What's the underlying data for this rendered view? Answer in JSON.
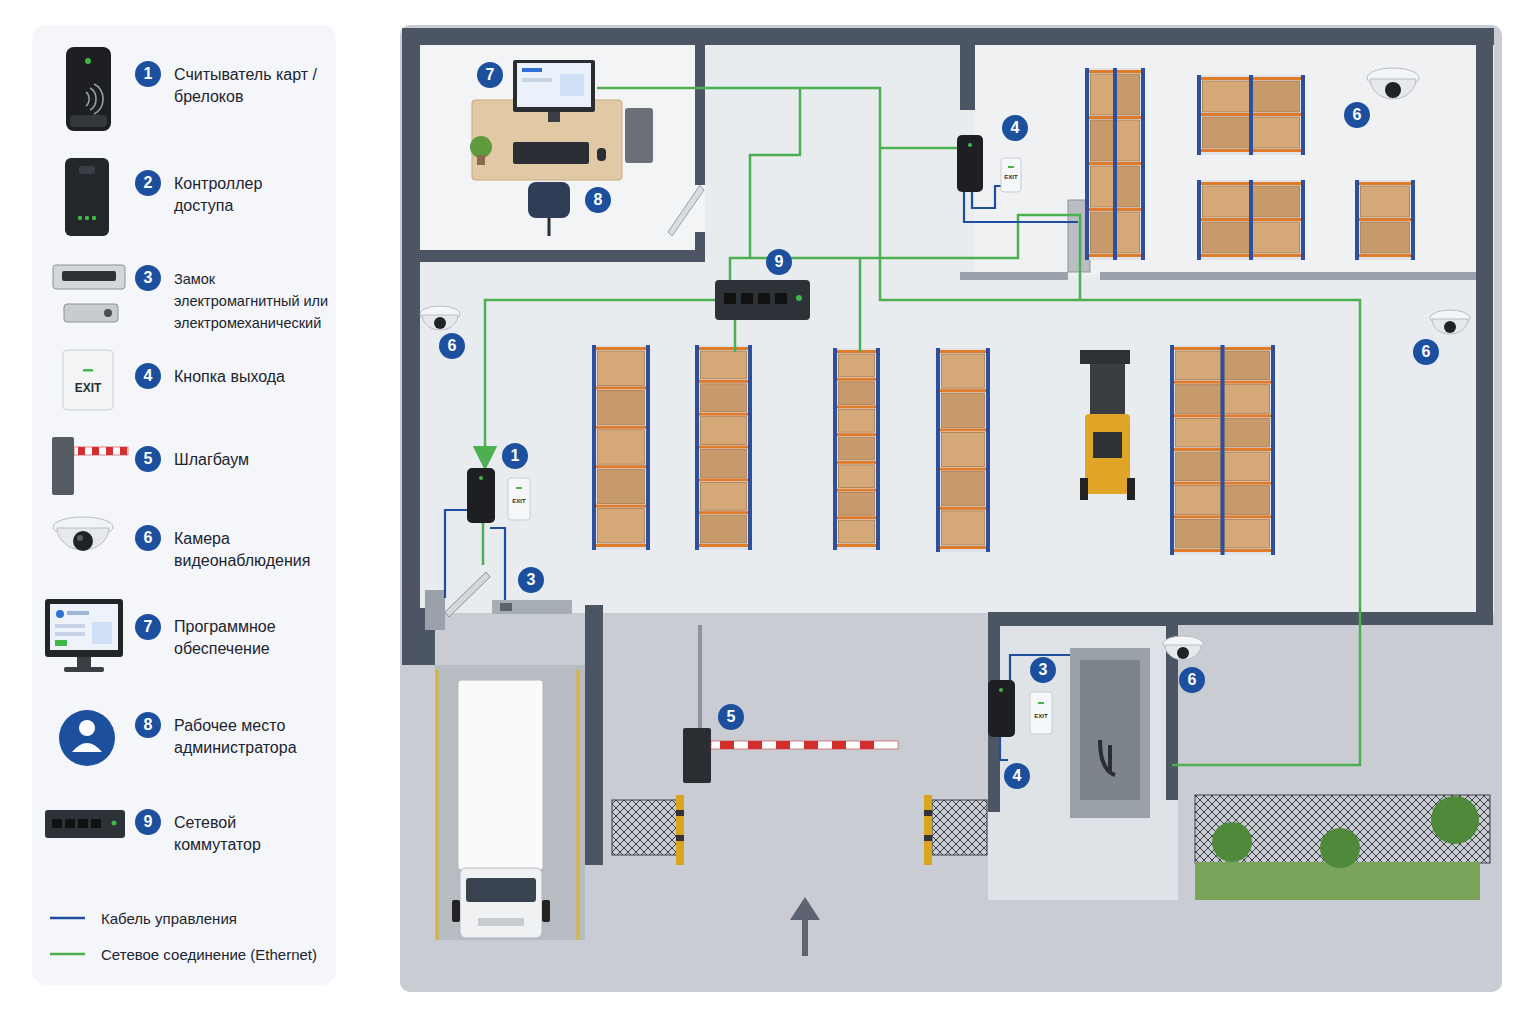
{
  "diagram": {
    "labels": [
      "1",
      "2",
      "3",
      "4",
      "5",
      "6",
      "7",
      "8",
      "9",
      "EXIT",
      "7",
      "8",
      "4",
      "EXIT",
      "6",
      "9",
      "6",
      "6",
      "1",
      "EXIT",
      "3",
      "5",
      "3",
      "EXIT",
      "6",
      "4"
    ],
    "legend": [
      {
        "text": "Считыватель карт / брелоков"
      },
      {
        "text": "Контроллер доступа"
      },
      {
        "text": "Замок электромагнитный или электромеханический"
      },
      {
        "text": "Кнопка выхода"
      },
      {
        "text": "Шлагбаум"
      },
      {
        "text": "Камера видеонаблюдения"
      },
      {
        "text": "Программное обеспечение"
      },
      {
        "text": "Рабочее место администратора"
      },
      {
        "text": "Сетевой коммутатор"
      },
      {
        "text": "Кабель управления"
      },
      {
        "text": "Сетевое соединение (Ethernet)"
      }
    ]
  }
}
